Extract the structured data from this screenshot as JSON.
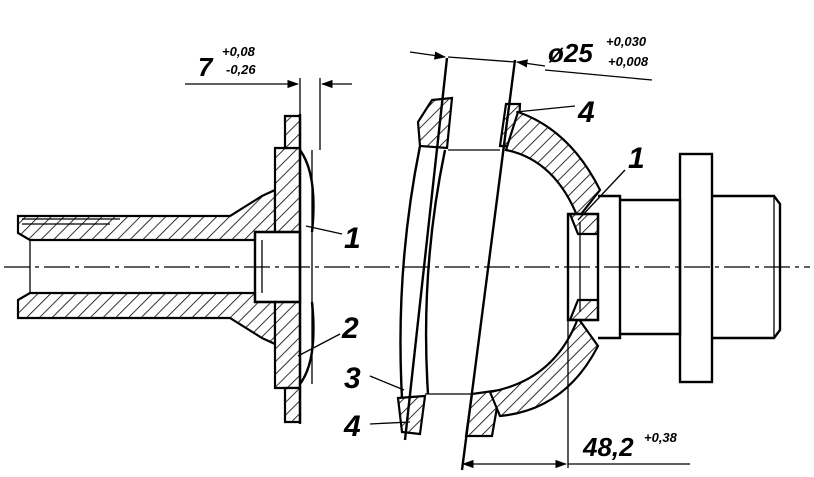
{
  "diagram": {
    "part_labels": {
      "left_1": "1",
      "left_2": "2",
      "right_1": "1",
      "right_3": "3",
      "right_4_top": "4",
      "right_4_bottom": "4"
    },
    "dimensions": {
      "width": {
        "value": "7",
        "tol_upper": "+0,08",
        "tol_lower": "-0,26"
      },
      "diameter": {
        "value": "ø25",
        "tol_upper": "+0,030",
        "tol_lower": "+0,008"
      },
      "length": {
        "value": "48,2",
        "tol_upper": "+0,38"
      }
    }
  }
}
